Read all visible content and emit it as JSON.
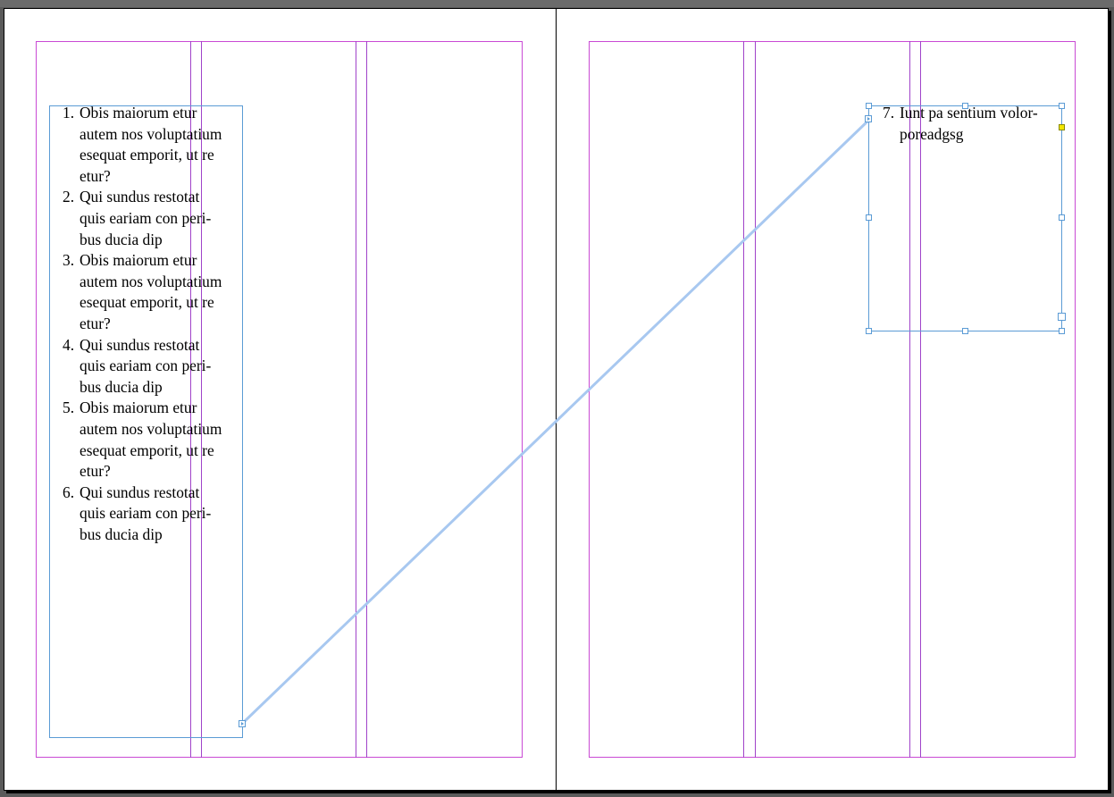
{
  "document": {
    "colors": {
      "pasteboard": "#5a5a5a",
      "page": "#ffffff",
      "margin_guide": "#c94ad4",
      "column_guide": "#a043c9",
      "frame_edge": "#5b9bd5",
      "text_thread": "#a8c8f0",
      "selection_handle_corner": "#f2e600"
    },
    "left_page": {
      "frame": {
        "items": [
          {
            "num": "1.",
            "text": "Obis maiorum etur\nautem nos voluptatium\nesequat emporit, ut re\netur?"
          },
          {
            "num": "2.",
            "text": "Qui sundus restotat\nquis eariam con peri-\nbus ducia dip"
          },
          {
            "num": "3.",
            "text": "Obis maiorum etur\nautem nos voluptatium\nesequat emporit, ut re\netur?"
          },
          {
            "num": "4.",
            "text": "Qui sundus restotat\nquis eariam con peri-\nbus ducia dip"
          },
          {
            "num": "5.",
            "text": "Obis maiorum etur\nautem nos voluptatium\nesequat emporit, ut re\netur?"
          },
          {
            "num": "6.",
            "text": "Qui sundus restotat\nquis eariam con peri-\nbus ducia dip"
          }
        ]
      }
    },
    "right_page": {
      "frame": {
        "items": [
          {
            "num": "7.",
            "text": "Iunt pa sentium volor-\nporeadgsg"
          }
        ]
      }
    }
  }
}
